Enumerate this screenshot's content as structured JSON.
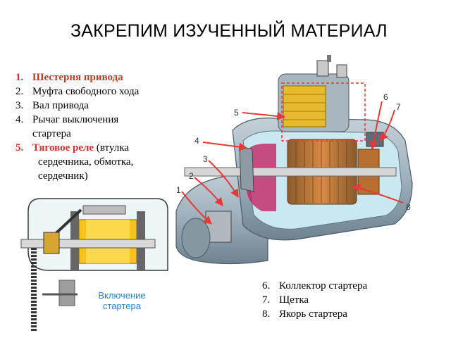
{
  "title": "ЗАКРЕПИМ ИЗУЧЕННЫЙ МАТЕРИАЛ",
  "left_list": [
    {
      "num": "1.",
      "label": "Шестерня привода",
      "extra": "",
      "highlight": true
    },
    {
      "num": "2.",
      "label": "Муфта свободного хода",
      "extra": "",
      "highlight": false
    },
    {
      "num": "3.",
      "label": "Вал привода",
      "extra": "",
      "highlight": false
    },
    {
      "num": "4.",
      "label": "Рычаг выключения",
      "extra": "стартера",
      "highlight": false
    },
    {
      "num": "5.",
      "label": "Тяговое реле",
      "extra": " (втулка",
      "extra2": "сердечника, обмотка,",
      "extra3": "сердечник)",
      "highlight": true
    }
  ],
  "right_list": [
    {
      "num": "6.",
      "label": "Коллектор стартера"
    },
    {
      "num": "7.",
      "label": "Щетка"
    },
    {
      "num": "8.",
      "label": "Якорь стартера"
    }
  ],
  "callouts": [
    "1",
    "2",
    "3",
    "4",
    "5",
    "6",
    "7",
    "8"
  ],
  "caption": {
    "line1": "Включение",
    "line2": "стартера"
  },
  "colors": {
    "highlight": "#c0392b",
    "arrow": "#e53935",
    "caption": "#2a7fd4",
    "housing": "#9fb0bc",
    "armature": "#c8763a",
    "inner": "#c9e8f0"
  }
}
